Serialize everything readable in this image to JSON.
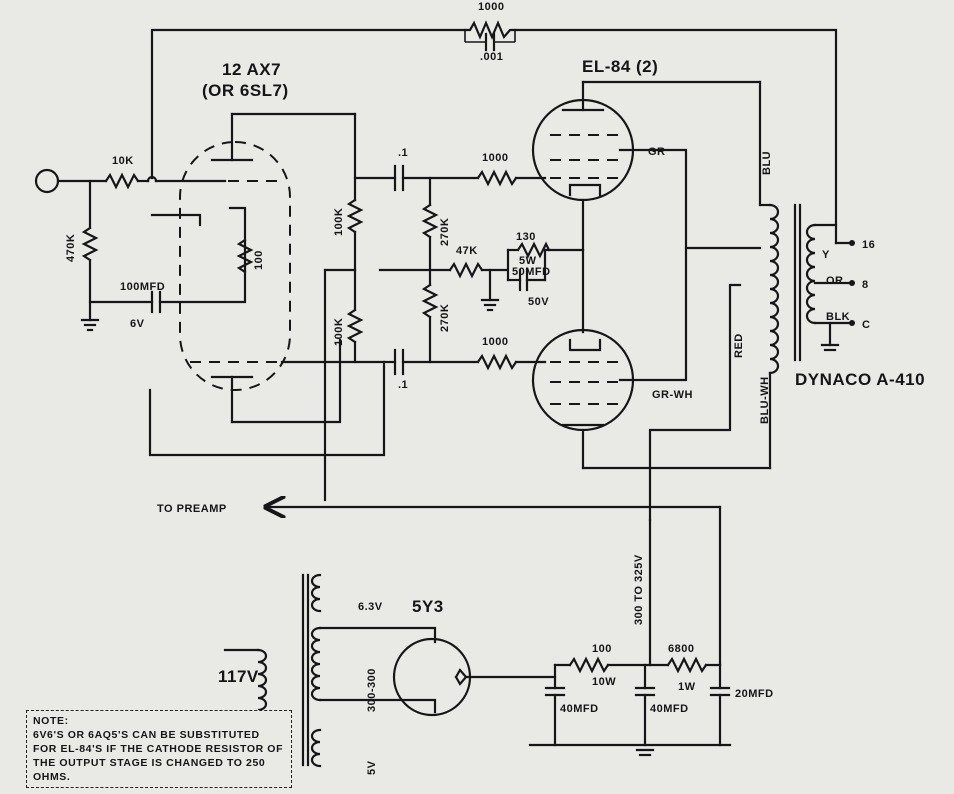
{
  "tubes": {
    "preamp": {
      "name": "12 AX7",
      "alt": "(OR 6SL7)"
    },
    "output": {
      "name": "EL-84 (2)"
    },
    "rectifier": {
      "name": "5Y3"
    }
  },
  "components": {
    "fb_res": "1000",
    "fb_cap": ".001",
    "r_in": "10K",
    "r_grid": "470K",
    "r_cath": "100",
    "cap_cath": "100MFD",
    "cap_cath_v": "6V",
    "r_plate1": "100K",
    "r_plate2": "100K",
    "c_couple1": ".1",
    "c_couple2": ".1",
    "r_gl1": "270K",
    "r_gl2": "270K",
    "r_47k": "47K",
    "r_gs1": "1000",
    "r_gs2": "1000",
    "r_130": "130",
    "r_130_w": "5W",
    "cap_50": "50MFD",
    "cap_50_v": "50V",
    "ps_r1": "100",
    "ps_r1_w": "10W",
    "ps_r2": "6800",
    "ps_r2_w": "1W",
    "ps_c1": "40MFD",
    "ps_c2": "40MFD",
    "ps_c3": "20MFD"
  },
  "transformer": {
    "name": "DYNACO  A-410",
    "blu": "BLU",
    "gr": "GR",
    "red": "RED",
    "grwh": "GR-WH",
    "bluwh": "BLU-WH",
    "tap_y": "Y",
    "tap_or": "OR",
    "tap_blk": "BLK",
    "out_16": "16",
    "out_8": "8",
    "out_c": "C"
  },
  "power": {
    "heater_v": "6.3V",
    "hv": "300-300",
    "fil_v": "5V",
    "mains": "117V",
    "b_plus": "300 TO 325V"
  },
  "labels": {
    "to_preamp": "TO PREAMP"
  },
  "note": {
    "title": "NOTE:",
    "body": "6V6'S OR 6AQ5'S CAN BE SUBSTITUTED FOR EL-84'S IF THE CATHODE RESISTOR OF THE OUTPUT STAGE IS CHANGED TO 250 OHMS."
  }
}
